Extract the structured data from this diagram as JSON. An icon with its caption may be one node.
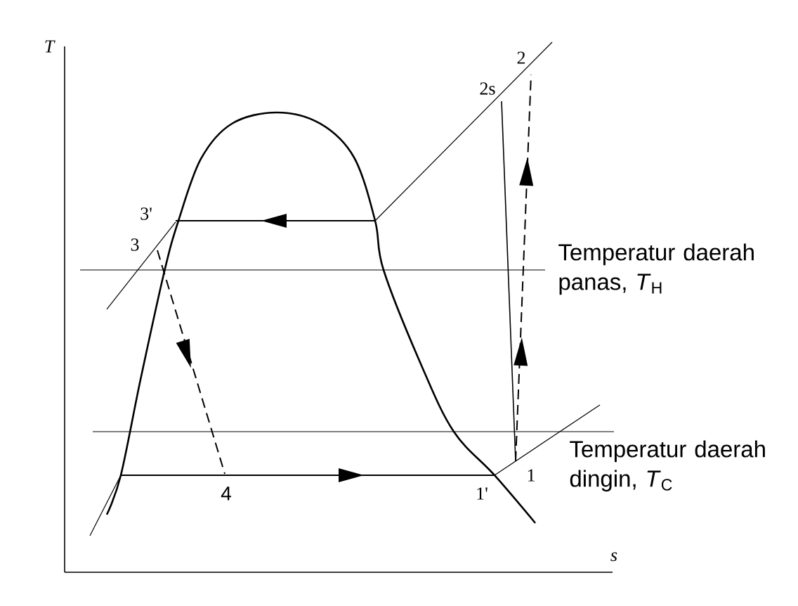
{
  "diagram": {
    "labels": [
      "T",
      "3'",
      "3",
      "4",
      "2s",
      "2",
      "1'",
      "1",
      "s",
      "Temperatur daerah panas, *T*$_{H}$",
      "Temperatur daerah dingin, *T*$_{C}$"
    ]
  }
}
